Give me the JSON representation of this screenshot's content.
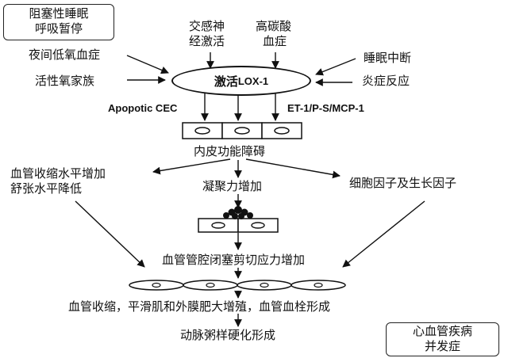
{
  "corner_box_top": {
    "line1": "阻塞性睡眠",
    "line2": "呼吸暂停"
  },
  "top_factors": {
    "sympathetic": {
      "line1": "交感神",
      "line2": "经激活"
    },
    "hypercapnia": {
      "line1": "高碳酸",
      "line2": "血症"
    }
  },
  "left_factors": [
    "夜间低氧血症",
    "活性氧家族"
  ],
  "right_factors": [
    "睡眠中断",
    "炎症反应"
  ],
  "center_node": {
    "prefix": "激活",
    "suffix": "LOX-1"
  },
  "apoptotic_label": "Apopotic CEC",
  "et_label": "ET-1/P-S/MCP-1",
  "endothelial_dysfunction": "内皮功能障碍",
  "vasoconstriction": {
    "line1": "血管收缩水平增加",
    "line2": "舒张水平降低"
  },
  "coagulation": "凝聚力增加",
  "cytokines": "细胞因子及生长因子",
  "shear_stress": "血管管腔闭塞剪切应力增加",
  "vascular_changes": "血管收缩，平滑肌和外膜肥大增殖，血管血栓形成",
  "atherosclerosis": "动脉粥样硬化形成",
  "corner_box_bottom": {
    "line1": "心血管疾病",
    "line2": "并发症"
  },
  "colors": {
    "ink": "#111111",
    "cell_fill": "#ffffff",
    "platelet": "#111111"
  }
}
